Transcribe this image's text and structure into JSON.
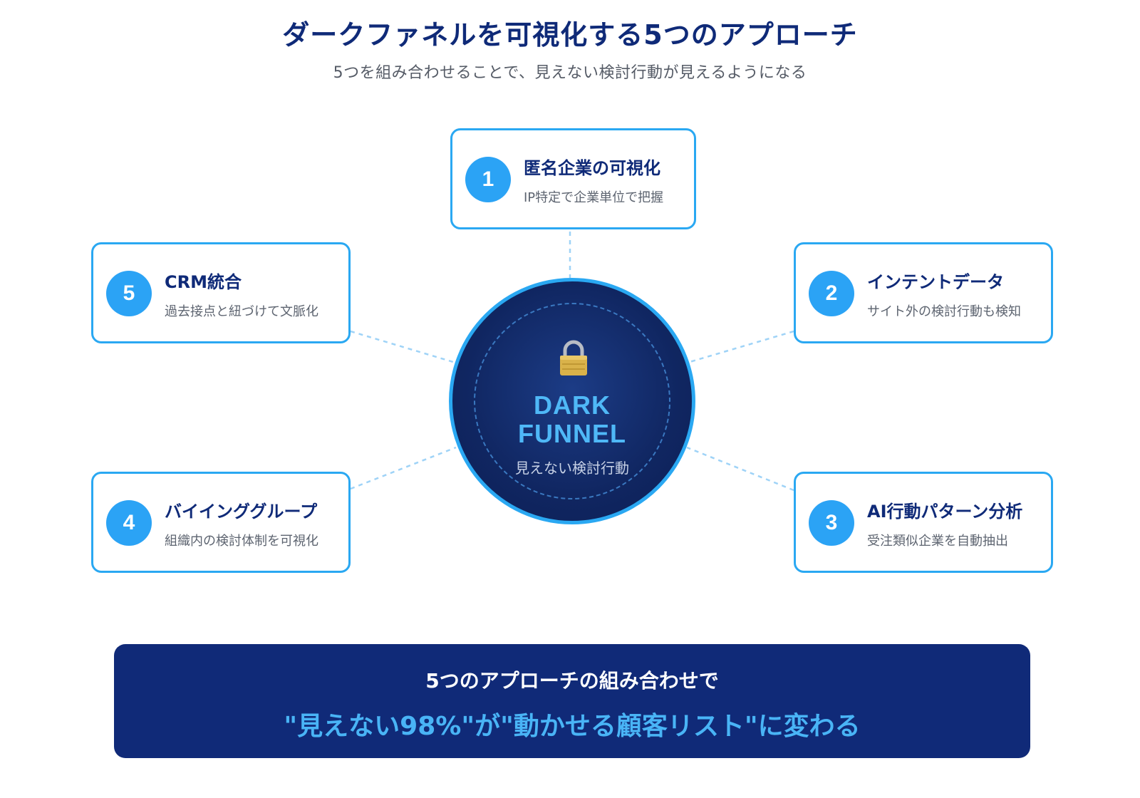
{
  "header": {
    "title": "ダークファネルを可視化する5つのアプローチ",
    "subtitle": "5つを組み合わせることで、見えない検討行動が見えるようになる"
  },
  "hub": {
    "icon": "lock-icon",
    "title_line1": "DARK",
    "title_line2": "FUNNEL",
    "subtitle": "見えない検討行動"
  },
  "approaches": [
    {
      "number": "1",
      "title": "匿名企業の可視化",
      "description": "IP特定で企業単位で把握"
    },
    {
      "number": "2",
      "title": "インテントデータ",
      "description": "サイト外の検討行動も検知"
    },
    {
      "number": "3",
      "title": "AI行動パターン分析",
      "description": "受注類似企業を自動抽出"
    },
    {
      "number": "4",
      "title": "バイインググループ",
      "description": "組織内の検討体制を可視化"
    },
    {
      "number": "5",
      "title": "CRM統合",
      "description": "過去接点と紐づけて文脈化"
    }
  ],
  "banner": {
    "line1": "5つのアプローチの組み合わせで",
    "line2": "\"見えない98%\"が\"動かせる顧客リスト\"に変わる"
  },
  "colors": {
    "navy": "#0f2a78",
    "accent": "#2aa8f2",
    "hub_bg": "#102661",
    "banner_bg": "#102a78",
    "banner_highlight": "#49b4f6"
  }
}
